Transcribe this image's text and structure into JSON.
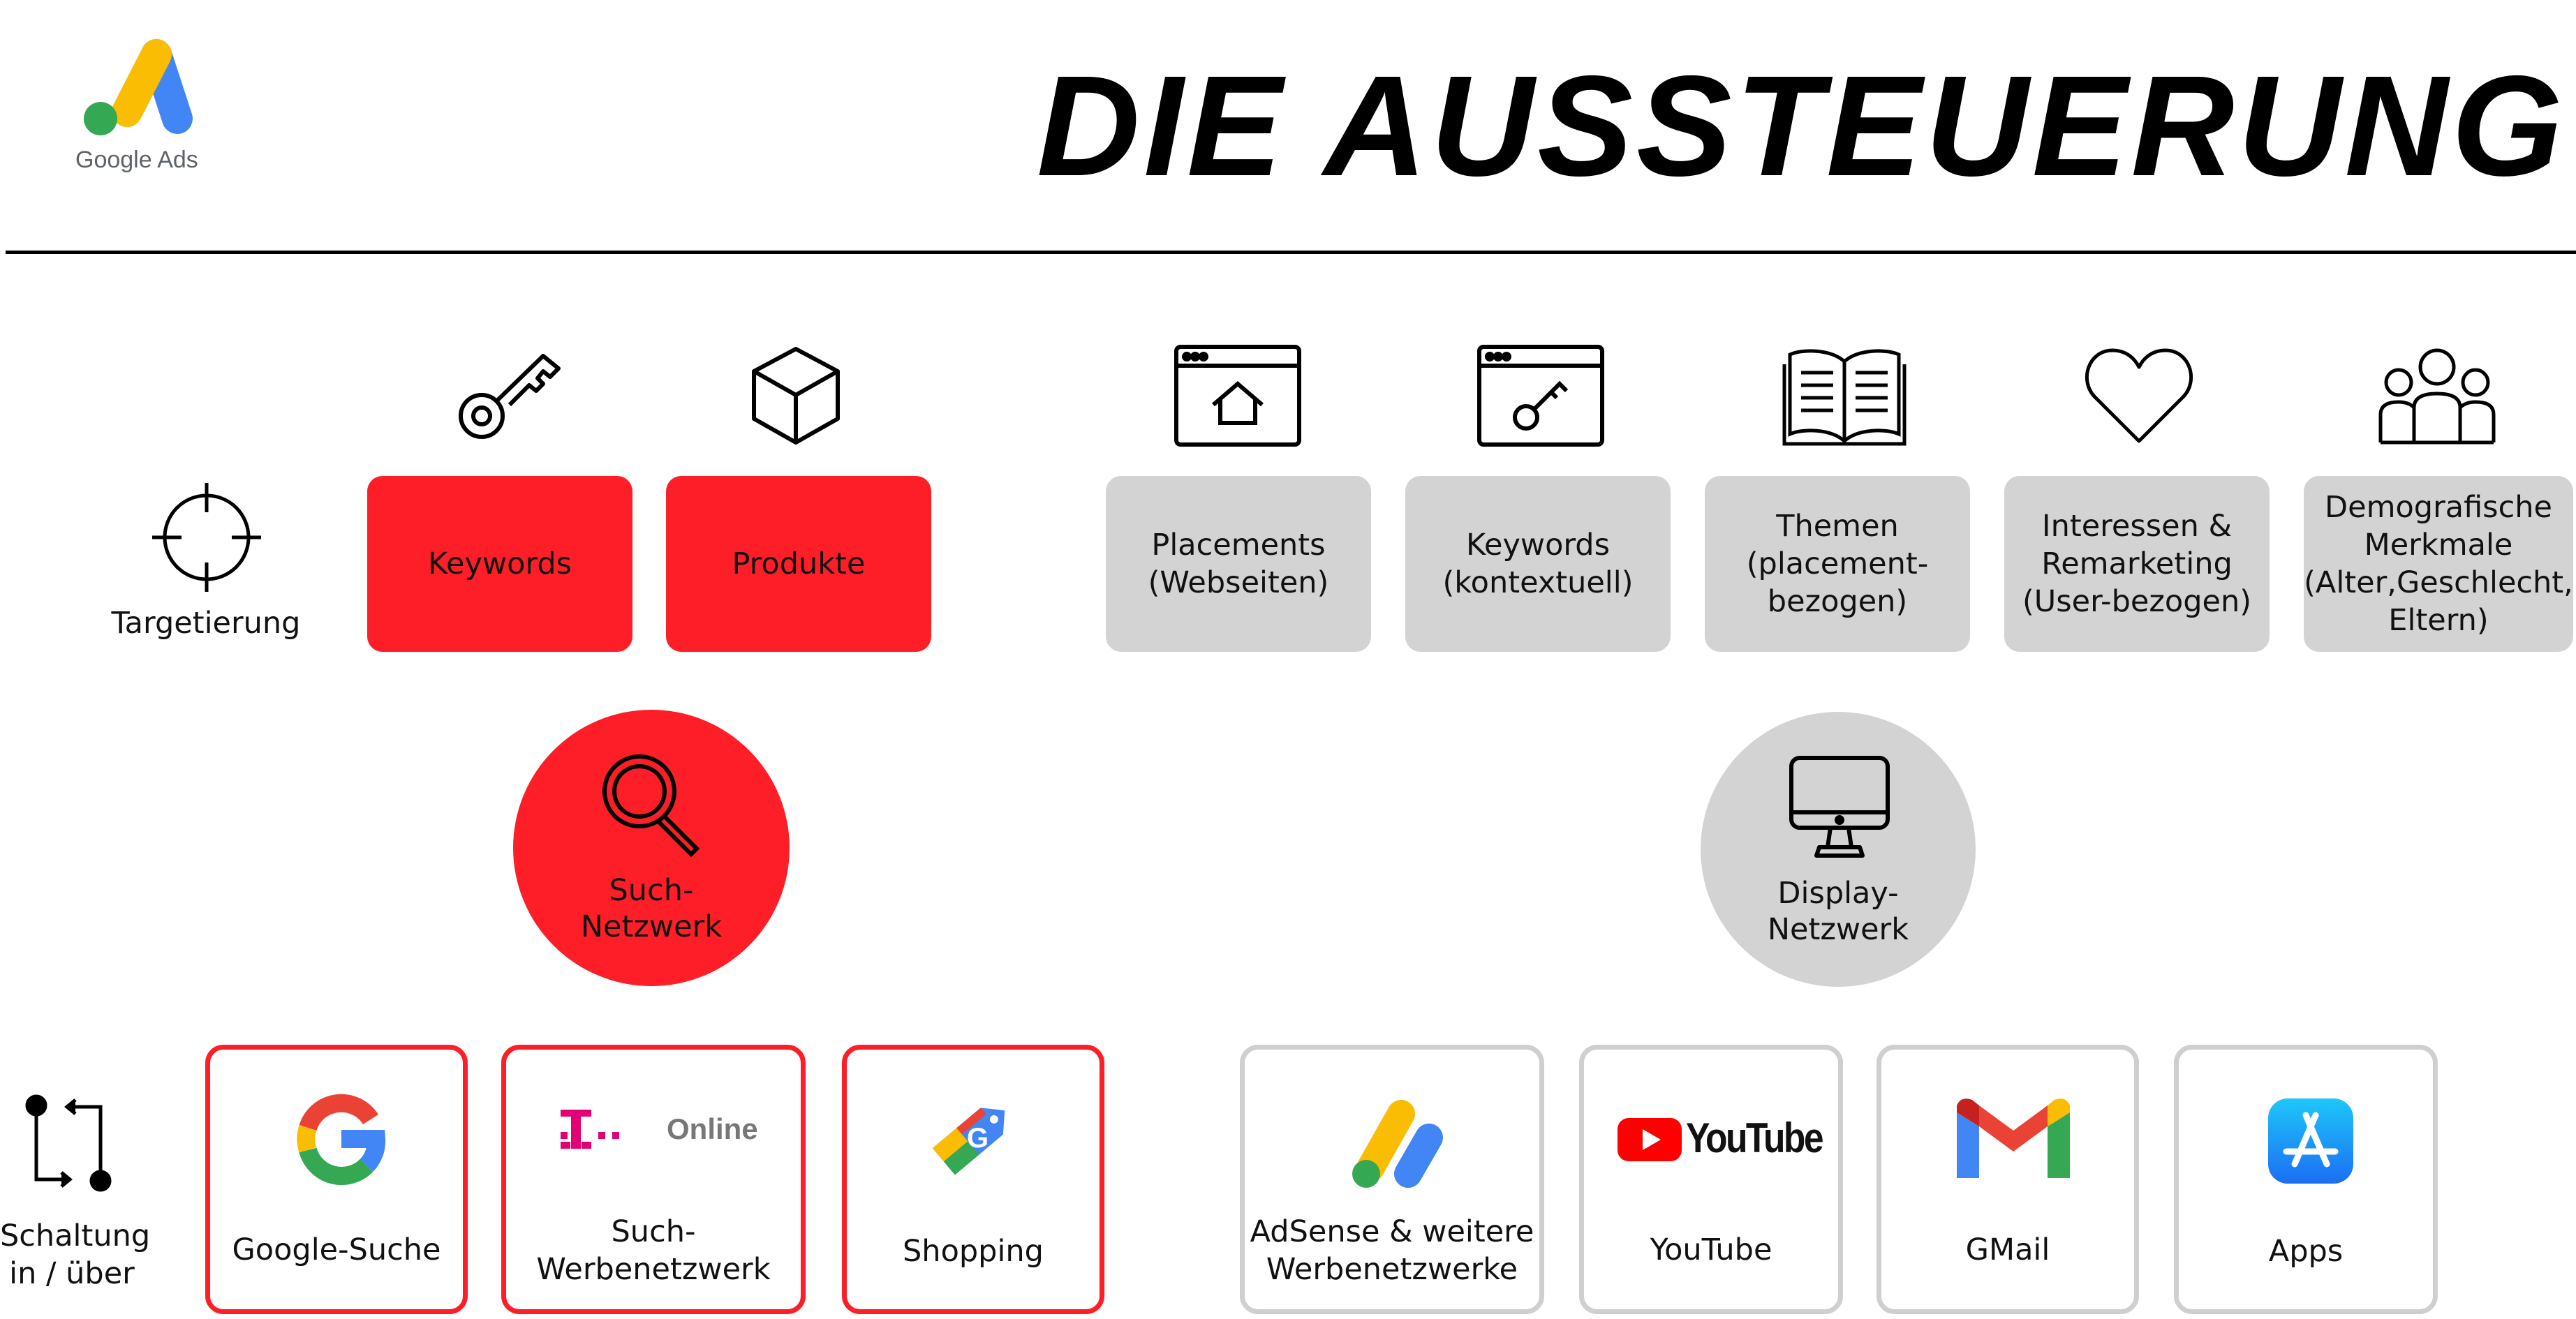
{
  "header": {
    "title": "DIE AUSSTEUERUNG",
    "logo_text": "Google Ads"
  },
  "colors": {
    "accent_red": "#fe1e27",
    "neutral_gray": "#d3d3d3",
    "card_gray_border": "#cfcfcf"
  },
  "targeting": {
    "row_label": "Targetierung",
    "search_items": [
      {
        "label": "Keywords",
        "icon": "key-icon"
      },
      {
        "label": "Produkte",
        "icon": "cube-icon"
      }
    ],
    "display_items": [
      {
        "label": "Placements\n(Webseiten)",
        "icon": "browser-home-icon"
      },
      {
        "label": "Keywords\n(kontextuell)",
        "icon": "browser-key-icon"
      },
      {
        "label": "Themen\n(placement-\nbezogen)",
        "icon": "open-book-icon"
      },
      {
        "label": "Interessen &\nRemarketing\n(User-bezogen)",
        "icon": "heart-icon"
      },
      {
        "label": "Demografische\nMerkmale\n(Alter,Geschlecht,\nEltern)",
        "icon": "people-icon"
      }
    ]
  },
  "networks": {
    "search": {
      "label": "Such-\nNetzwerk",
      "icon": "magnifier-icon"
    },
    "display": {
      "label": "Display-\nNetzwerk",
      "icon": "monitor-icon"
    }
  },
  "placement": {
    "row_label": "Schaltung\nin / über",
    "search_cards": [
      {
        "label": "Google-Suche",
        "icon": "google-g-icon"
      },
      {
        "label": "Such-\nWerbenetzwerk",
        "icon": "telekom-online-logo",
        "logo_text": "Online"
      },
      {
        "label": "Shopping",
        "icon": "google-shopping-icon"
      }
    ],
    "display_cards": [
      {
        "label": "AdSense & weitere\nWerbenetzwerke",
        "icon": "adsense-icon"
      },
      {
        "label": "YouTube",
        "icon": "youtube-logo",
        "logo_text": "YouTube"
      },
      {
        "label": "GMail",
        "icon": "gmail-icon"
      },
      {
        "label": "Apps",
        "icon": "app-store-icon"
      }
    ]
  }
}
